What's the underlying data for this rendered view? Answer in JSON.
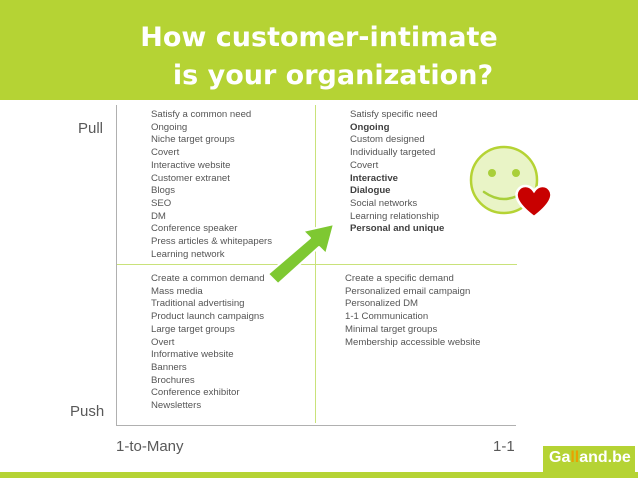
{
  "title": {
    "line1": "How customer-intimate",
    "line2": "is your organization?"
  },
  "axes": {
    "y_top": "Pull",
    "y_bottom": "Push",
    "x_left": "1-to-Many",
    "x_right": "1-1"
  },
  "quadrants": {
    "top_left": [
      {
        "text": "Satisfy a common need",
        "bold": false
      },
      {
        "text": "Ongoing",
        "bold": false
      },
      {
        "text": "Niche target groups",
        "bold": false
      },
      {
        "text": "Covert",
        "bold": false
      },
      {
        "text": "Interactive website",
        "bold": false
      },
      {
        "text": "Customer extranet",
        "bold": false
      },
      {
        "text": "Blogs",
        "bold": false
      },
      {
        "text": "SEO",
        "bold": false
      },
      {
        "text": "DM",
        "bold": false
      },
      {
        "text": "Conference speaker",
        "bold": false
      },
      {
        "text": "Press articles & whitepapers",
        "bold": false
      },
      {
        "text": "Learning network",
        "bold": false
      }
    ],
    "top_right": [
      {
        "text": "Satisfy specific need",
        "bold": false
      },
      {
        "text": "Ongoing",
        "bold": true
      },
      {
        "text": "Custom designed",
        "bold": false
      },
      {
        "text": "Individually targeted",
        "bold": false
      },
      {
        "text": "Covert",
        "bold": false
      },
      {
        "text": "Interactive",
        "bold": true
      },
      {
        "text": "Dialogue",
        "bold": true
      },
      {
        "text": "Social networks",
        "bold": false
      },
      {
        "text": "Learning relationship",
        "bold": false
      },
      {
        "text": "Personal and unique",
        "bold": true
      }
    ],
    "bottom_left": [
      {
        "text": "Create a common demand",
        "bold": false
      },
      {
        "text": "Mass media",
        "bold": false
      },
      {
        "text": "Traditional advertising",
        "bold": false
      },
      {
        "text": "Product launch campaigns",
        "bold": false
      },
      {
        "text": "Large target groups",
        "bold": false
      },
      {
        "text": "Overt",
        "bold": false
      },
      {
        "text": "Informative website",
        "bold": false
      },
      {
        "text": "Banners",
        "bold": false
      },
      {
        "text": "Brochures",
        "bold": false
      },
      {
        "text": "Conference exhibitor",
        "bold": false
      },
      {
        "text": "Newsletters",
        "bold": false
      }
    ],
    "bottom_right": [
      {
        "text": "Create a specific demand",
        "bold": false
      },
      {
        "text": "Personalized email campaign",
        "bold": false
      },
      {
        "text": "Personalized DM",
        "bold": false
      },
      {
        "text": "1-1 Communication",
        "bold": false
      },
      {
        "text": "Minimal target groups",
        "bold": false
      },
      {
        "text": "Membership accessible website",
        "bold": false
      }
    ]
  },
  "brand": {
    "prefix": "Ga",
    "accent": "ll",
    "suffix": "and.be"
  },
  "icons": {
    "arrow": "arrow-up-right-icon",
    "smiley": "smiley-face-icon",
    "heart": "heart-icon"
  },
  "colors": {
    "brand_green": "#b5d334",
    "arrow_green": "#7ec832",
    "heart_red": "#c80000",
    "accent_orange": "#e8a200"
  }
}
